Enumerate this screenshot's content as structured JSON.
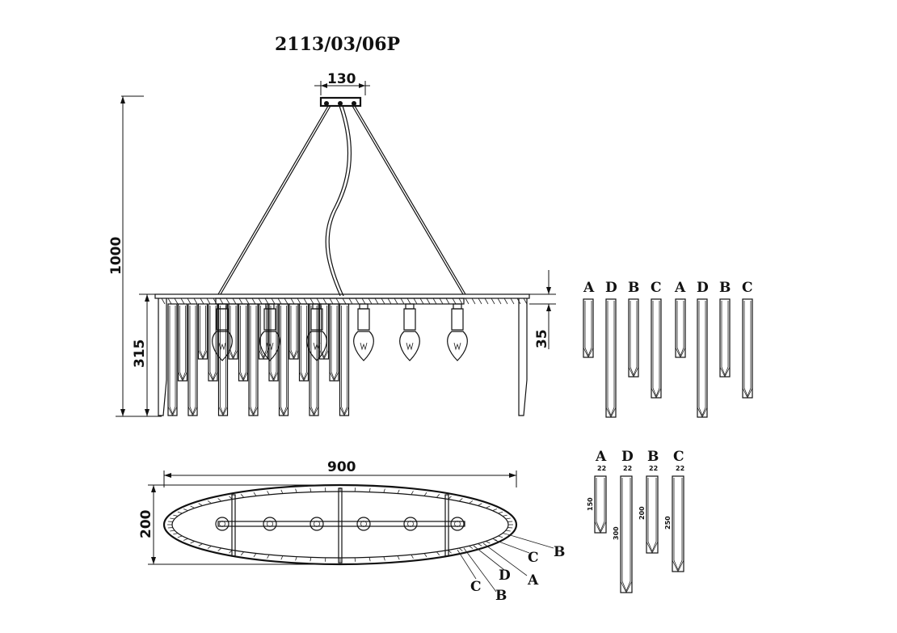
{
  "title": "2113/03/06P",
  "dimensions": {
    "canopy_width": "130",
    "total_height": "1000",
    "body_height": "315",
    "bar_offset": "35",
    "length": "900",
    "width": "200"
  },
  "crystal_labels_side": [
    "A",
    "D",
    "B",
    "C",
    "A",
    "D",
    "B",
    "C"
  ],
  "crystal_labels_detail": [
    "A",
    "D",
    "B",
    "C"
  ],
  "crystal_detail": [
    {
      "label": "A",
      "width": "22",
      "height": "150"
    },
    {
      "label": "D",
      "width": "22",
      "height": "300"
    },
    {
      "label": "B",
      "width": "22",
      "height": "200"
    },
    {
      "label": "C",
      "width": "22",
      "height": "250"
    }
  ],
  "plan_callouts": [
    "C",
    "D",
    "B",
    "A",
    "C",
    "B"
  ]
}
